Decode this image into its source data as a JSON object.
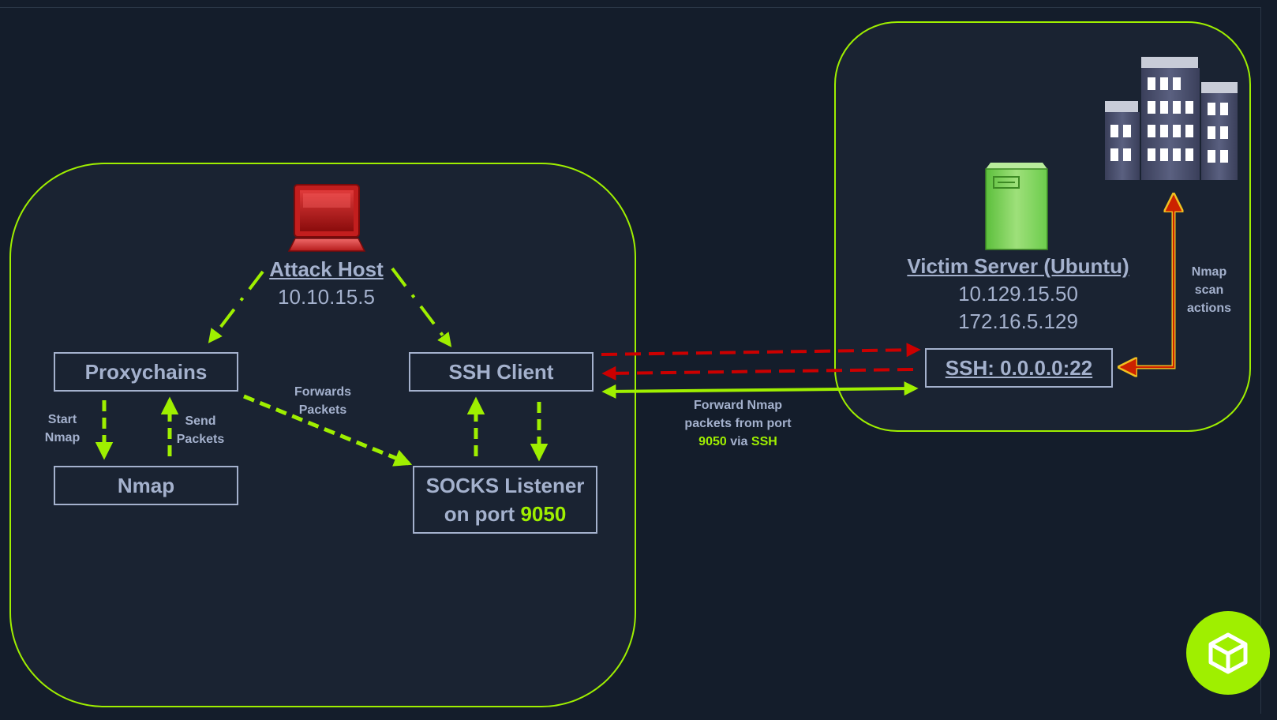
{
  "attack_host": {
    "title": "Attack Host",
    "ip": "10.10.15.5"
  },
  "victim_server": {
    "title": "Victim Server (Ubuntu)",
    "ip1": "10.129.15.50",
    "ip2": "172.16.5.129"
  },
  "nodes": {
    "proxychains": "Proxychains",
    "ssh_client": "SSH Client",
    "nmap": "Nmap",
    "socks_line1": "SOCKS Listener",
    "socks_line2_prefix": "on port ",
    "socks_port": "9050",
    "ssh_listener": "SSH: 0.0.0.0:22"
  },
  "labels": {
    "start_nmap_1": "Start",
    "start_nmap_2": "Nmap",
    "send_packets_1": "Send",
    "send_packets_2": "Packets",
    "forwards_packets_1": "Forwards",
    "forwards_packets_2": "Packets",
    "forward_nmap_1": "Forward Nmap",
    "forward_nmap_2": "packets from port",
    "forward_port": "9050",
    "forward_via": " via ",
    "forward_ssh": "SSH",
    "nmap_scan_1": "Nmap",
    "nmap_scan_2": "scan",
    "nmap_scan_3": "actions"
  },
  "icons": {
    "attack_host": "laptop-icon",
    "victim_server": "server-icon",
    "internal_network": "building-icon",
    "brand": "cube-icon"
  },
  "colors": {
    "background": "#141d2b",
    "zone": "#1a2332",
    "accent_green": "#9fef00",
    "text": "#a4b1cd",
    "ssh_tunnel_red": "#cc0000"
  }
}
